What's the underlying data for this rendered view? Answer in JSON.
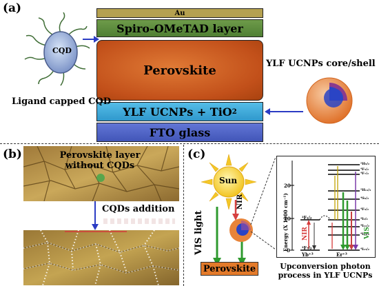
{
  "panel_a": {
    "label": "(a)",
    "layers": [
      "Au",
      "Spiro-OMeTAD layer",
      "Perovskite",
      "YLF UCNPs + TiO",
      "FTO glass"
    ],
    "tio2_subscript": "2",
    "cqd_label": "CQD",
    "cqd_caption": "Ligand capped CQD",
    "ucnp_caption": "YLF UCNPs core/shell",
    "colors": {
      "au": "#b5a150",
      "spiro": "#5a8a3c",
      "perovskite": "#c8581c",
      "ylf": "#3ea8d8",
      "fto": "#4f64c8"
    }
  },
  "panel_b": {
    "label": "(b)",
    "top_caption_line1": "Perovskite layer",
    "top_caption_line2": "without CQDs",
    "arrow_label": "CQDs  addition"
  },
  "panel_c": {
    "label": "(c)",
    "sun": "Sun",
    "vis_light": "VIS light",
    "nir": "NIR",
    "perovskite": "Perovskite",
    "caption_line1": "Upconversion photon",
    "caption_line2": "process in YLF UCNPs",
    "energy_axis": "Energy (X 1000 cm⁻¹)",
    "ticks": [
      "0",
      "10",
      "20"
    ],
    "yb_label": "Yb⁺³",
    "er_label": "Er⁺³",
    "yb_levels": [
      "²F₅/₂",
      "²F₇/₂"
    ],
    "er_levels": [
      "⁴I₁₅/₂",
      "⁴I₁₃/₂",
      "⁴I₁₁/₂",
      "⁴I₉/₂",
      "⁴F₉/₂",
      "⁴S₃/₂",
      "²H₁₁/₂",
      "⁴F₇/₂",
      "⁴F₅/₂",
      "²H₉/₂"
    ],
    "nir_arrow": "NIR",
    "vis_arrow": "VIS"
  }
}
